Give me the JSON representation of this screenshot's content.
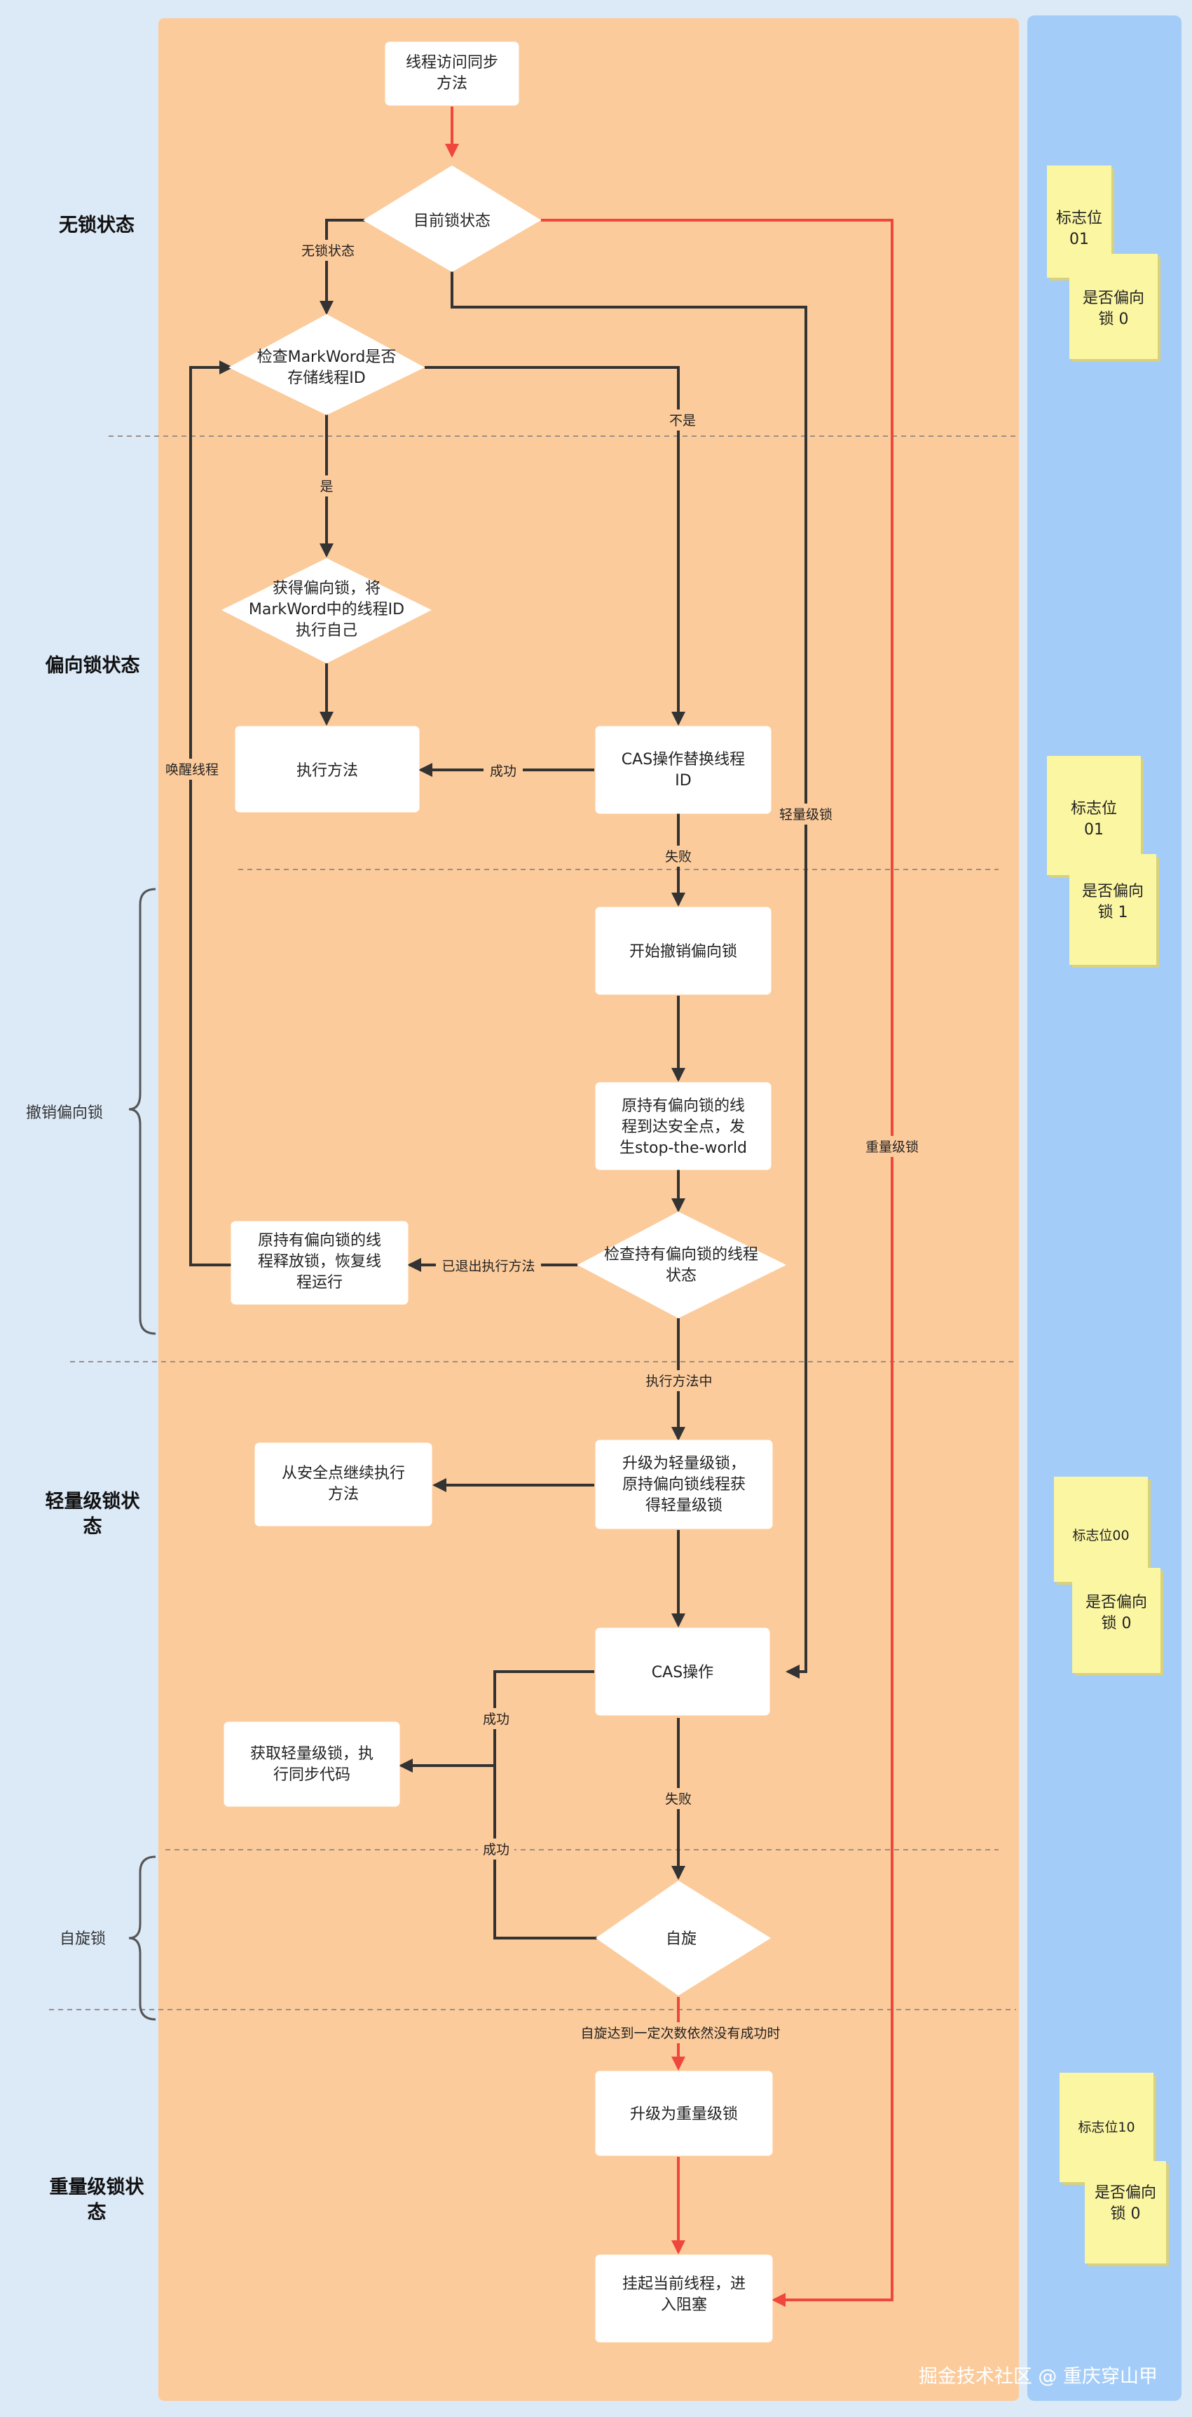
{
  "colors": {
    "main_zone": "#fccb9b",
    "side_zone": "#a3cdf8",
    "background": "#dce9f7",
    "note": "#fbf6a2",
    "flow": "#333333",
    "flow_heavy": "#f0473c"
  },
  "states": [
    {
      "id": "lockfree",
      "lines": [
        "无锁状态"
      ]
    },
    {
      "id": "biased",
      "lines": [
        "偏向锁状态"
      ]
    },
    {
      "id": "lightweight",
      "lines": [
        "轻量级锁状",
        "态"
      ]
    },
    {
      "id": "heavyweight",
      "lines": [
        "重量级锁状",
        "态"
      ]
    }
  ],
  "phases": [
    {
      "id": "revoke",
      "label": "撤销偏向锁"
    },
    {
      "id": "spin",
      "label": "自旋锁"
    }
  ],
  "nodes": [
    {
      "id": "start",
      "shape": "rect",
      "lines": [
        "线程访问同步",
        "方法"
      ]
    },
    {
      "id": "current_state",
      "shape": "diamond",
      "lines": [
        "目前锁状态"
      ]
    },
    {
      "id": "check_markword",
      "shape": "diamond",
      "lines": [
        "检查MarkWord是否",
        "存储线程ID"
      ]
    },
    {
      "id": "get_biased",
      "shape": "diamond",
      "lines": [
        "获得偏向锁，将",
        "MarkWord中的线程ID",
        "执行自己"
      ]
    },
    {
      "id": "exec_method",
      "shape": "rect",
      "lines": [
        "执行方法"
      ]
    },
    {
      "id": "cas_replace",
      "shape": "rect",
      "lines": [
        "CAS操作替换线程",
        "ID"
      ]
    },
    {
      "id": "start_revoke",
      "shape": "rect",
      "lines": [
        "开始撤销偏向锁"
      ]
    },
    {
      "id": "safepoint",
      "shape": "rect",
      "lines": [
        "原持有偏向锁的线",
        "程到达安全点，发",
        "生stop-the-world"
      ]
    },
    {
      "id": "check_holder",
      "shape": "diamond",
      "lines": [
        "检查持有偏向锁的线程",
        "状态"
      ]
    },
    {
      "id": "release",
      "shape": "rect",
      "lines": [
        "原持有偏向锁的线",
        "程释放锁，恢复线",
        "程运行"
      ]
    },
    {
      "id": "upgrade_light",
      "shape": "rect",
      "lines": [
        "升级为轻量级锁，",
        "原持偏向锁线程获",
        "得轻量级锁"
      ]
    },
    {
      "id": "continue_safepoint",
      "shape": "rect",
      "lines": [
        "从安全点继续执行",
        "方法"
      ]
    },
    {
      "id": "cas_op",
      "shape": "rect",
      "lines": [
        "CAS操作"
      ]
    },
    {
      "id": "get_light",
      "shape": "rect",
      "lines": [
        "获取轻量级锁，执",
        "行同步代码"
      ]
    },
    {
      "id": "spin",
      "shape": "diamond",
      "lines": [
        "自旋"
      ]
    },
    {
      "id": "upgrade_heavy",
      "shape": "rect",
      "lines": [
        "升级为重量级锁"
      ]
    },
    {
      "id": "suspend",
      "shape": "rect",
      "lines": [
        "挂起当前线程，进",
        "入阻塞"
      ]
    }
  ],
  "edges": [
    {
      "from": "start",
      "to": "current_state",
      "label": "",
      "heavy": true
    },
    {
      "from": "current_state",
      "to": "check_markword",
      "label": "无锁状态",
      "heavy": false
    },
    {
      "from": "current_state",
      "to": "cas_op",
      "label": "轻量级锁",
      "heavy": false
    },
    {
      "from": "current_state",
      "to": "suspend",
      "label": "重量级锁",
      "heavy": true
    },
    {
      "from": "check_markword",
      "to": "get_biased",
      "label": "是",
      "heavy": false
    },
    {
      "from": "check_markword",
      "to": "cas_replace",
      "label": "不是",
      "heavy": false
    },
    {
      "from": "get_biased",
      "to": "exec_method",
      "label": "",
      "heavy": false
    },
    {
      "from": "cas_replace",
      "to": "exec_method",
      "label": "成功",
      "heavy": false
    },
    {
      "from": "cas_replace",
      "to": "start_revoke",
      "label": "失败",
      "heavy": false
    },
    {
      "from": "start_revoke",
      "to": "safepoint",
      "label": "",
      "heavy": false
    },
    {
      "from": "safepoint",
      "to": "check_holder",
      "label": "",
      "heavy": false
    },
    {
      "from": "check_holder",
      "to": "release",
      "label": "已退出执行方法",
      "heavy": false
    },
    {
      "from": "release",
      "to": "check_markword",
      "label": "唤醒线程",
      "heavy": false
    },
    {
      "from": "check_holder",
      "to": "upgrade_light",
      "label": "执行方法中",
      "heavy": false
    },
    {
      "from": "upgrade_light",
      "to": "continue_safepoint",
      "label": "",
      "heavy": false
    },
    {
      "from": "upgrade_light",
      "to": "cas_op",
      "label": "",
      "heavy": false
    },
    {
      "from": "cas_op",
      "to": "get_light",
      "label": "成功",
      "heavy": false
    },
    {
      "from": "cas_op",
      "to": "spin",
      "label": "失败",
      "heavy": false
    },
    {
      "from": "spin",
      "to": "get_light",
      "label": "成功",
      "heavy": false
    },
    {
      "from": "spin",
      "to": "upgrade_heavy",
      "label": "自旋达到一定次数依然没有成功时",
      "heavy": true
    },
    {
      "from": "upgrade_heavy",
      "to": "suspend",
      "label": "",
      "heavy": true
    }
  ],
  "notes": [
    {
      "id": "note_lockfree",
      "flag_lines": [
        "标志位",
        "01"
      ],
      "biased_lines": [
        "是否偏向",
        "锁 0"
      ]
    },
    {
      "id": "note_biased",
      "flag_lines": [
        "标志位",
        "01"
      ],
      "biased_lines": [
        "是否偏向",
        "锁 1"
      ]
    },
    {
      "id": "note_light",
      "flag_lines": [
        "标志位00"
      ],
      "biased_lines": [
        "是否偏向",
        "锁 0"
      ]
    },
    {
      "id": "note_heavy",
      "flag_lines": [
        "标志位10"
      ],
      "biased_lines": [
        "是否偏向",
        "锁 0"
      ]
    }
  ],
  "watermark": "掘金技术社区 @ 重庆穿山甲"
}
